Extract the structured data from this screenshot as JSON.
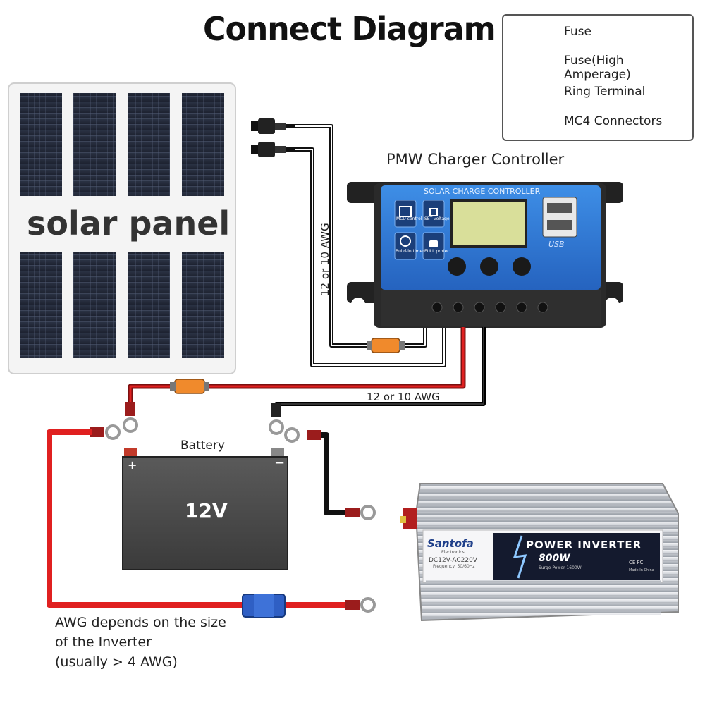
{
  "title": "Connect Diagram",
  "legend": {
    "items": [
      {
        "label": "Fuse",
        "icon": "fuse-icon"
      },
      {
        "label": "Fuse(High Amperage)",
        "icon": "high-amp-fuse-icon"
      },
      {
        "label": "Ring Terminal",
        "icon": "ring-terminal-icon"
      },
      {
        "label": "MC4 Connectors",
        "icon": "mc4-connector-icon"
      }
    ]
  },
  "solar_panel": {
    "label": "solar panel"
  },
  "controller": {
    "caption": "PMW Charger Controller",
    "header": "SOLAR CHARGE CONTROLLER",
    "usb_label": "USB",
    "icons": [
      {
        "text": "MCU control"
      },
      {
        "text": "SET voltage"
      },
      {
        "text": "Build-in timer"
      },
      {
        "text": "FULL protect"
      }
    ]
  },
  "wire_labels": {
    "panel_wire": "12 or 10 AWG",
    "battery_wire": "12 or 10 AWG"
  },
  "battery": {
    "label": "Battery",
    "voltage": "12V",
    "plus": "+",
    "minus": "−"
  },
  "inverter": {
    "brand": "Santofa",
    "brand_sub": "Electronics",
    "title": "POWER INVERTER",
    "power": "800W",
    "surge": "Surge Power 1600W",
    "spec": "DC12V-AC220V",
    "freq": "Frequency: 50/60Hz",
    "made_in": "Made In China",
    "marks": "CE FC"
  },
  "note": {
    "line1": "AWG depends on the size",
    "line2": "of the Inverter",
    "line3": "(usually  > 4 AWG)"
  },
  "colors": {
    "positive_wire": "#e02020",
    "negative_wire": "#111111",
    "fuse": "#f08a2c",
    "high_amp_fuse": "#2f5fc4",
    "controller_blue": "#2f78d8",
    "lcd": "#d9df9a"
  }
}
